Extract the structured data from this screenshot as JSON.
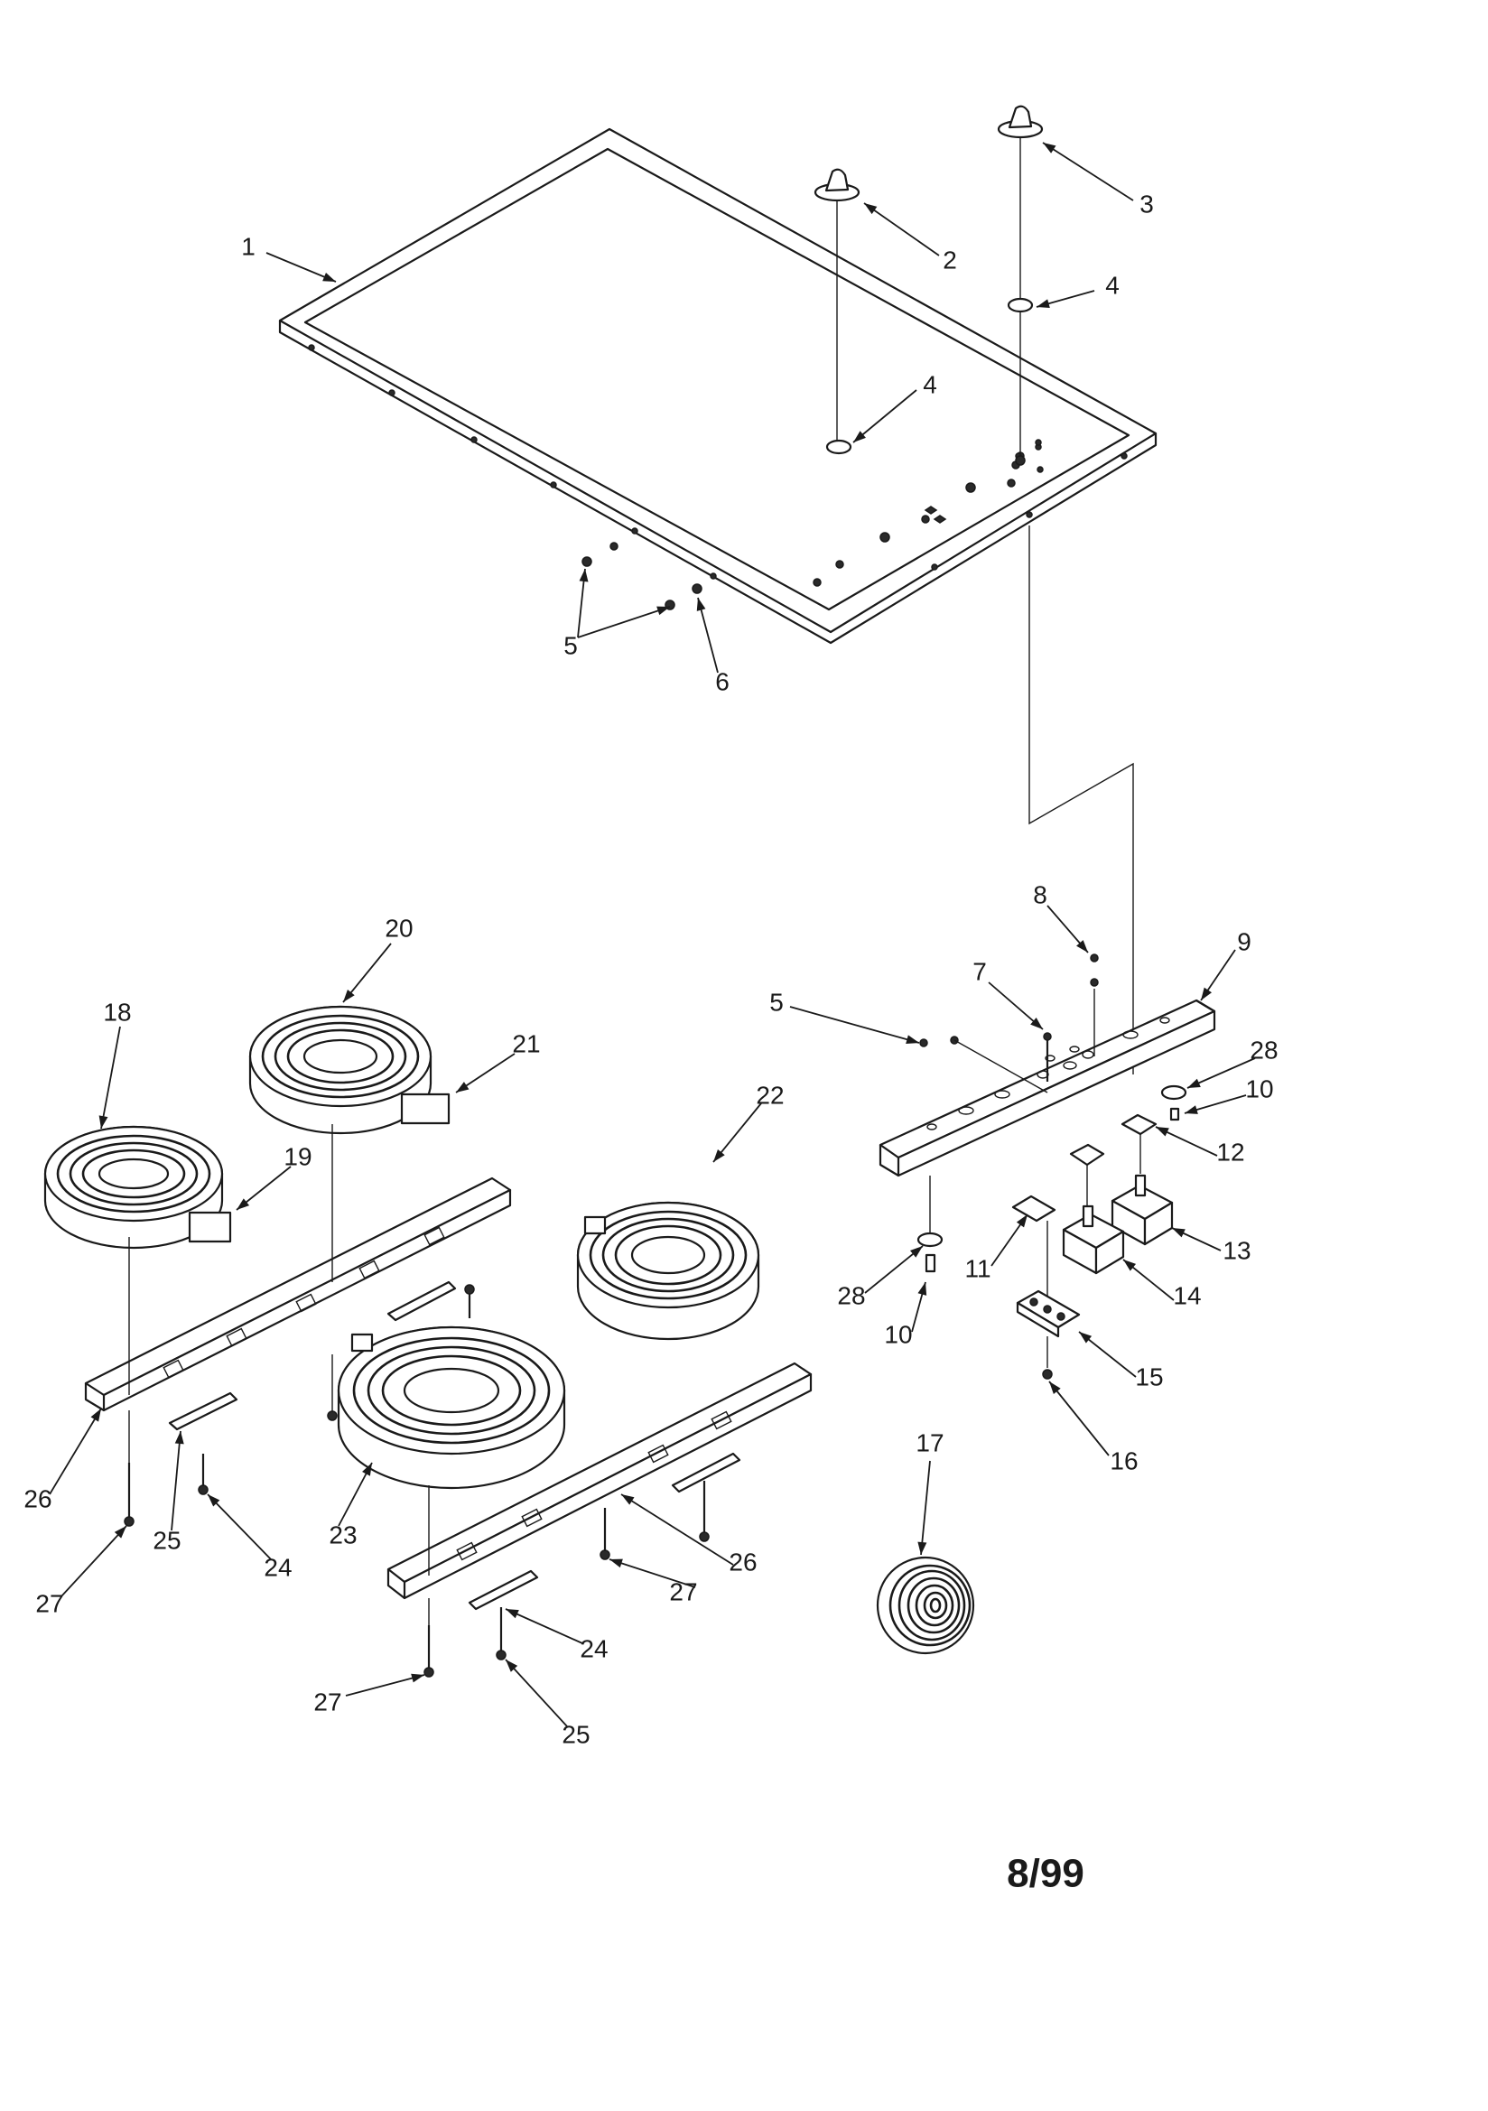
{
  "callouts": [
    "1",
    "2",
    "3",
    "4",
    "4",
    "5",
    "6",
    "8",
    "7",
    "9",
    "5",
    "28",
    "10",
    "12",
    "13",
    "11",
    "14",
    "28",
    "10",
    "15",
    "16",
    "17",
    "18",
    "20",
    "21",
    "19",
    "22",
    "26",
    "25",
    "24",
    "23",
    "27",
    "26",
    "27",
    "24",
    "27",
    "25"
  ],
  "date_code": "8/99"
}
